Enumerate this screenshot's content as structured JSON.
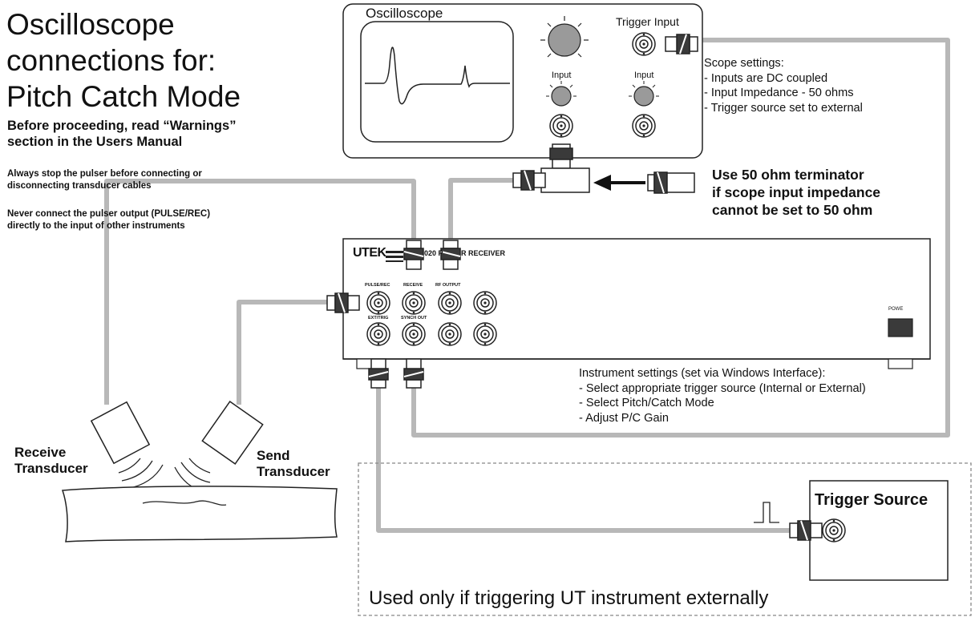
{
  "title": {
    "line1": "Oscilloscope",
    "line2": "connections for:",
    "line3": "Pitch Catch Mode"
  },
  "intro": {
    "line1": "Before proceeding, read “Warnings”",
    "line2": "section in the Users Manual"
  },
  "warnings": {
    "w1_line1": "Always stop the pulser before connecting or",
    "w1_line2": "disconnecting transducer cables",
    "w2_line1": "Never connect the pulser output (PULSE/REC)",
    "w2_line2": "directly to the input of other instruments"
  },
  "oscilloscope": {
    "title": "Oscilloscope",
    "trigger_input": "Trigger Input",
    "input_label_1": "Input",
    "input_label_2": "Input"
  },
  "scope_settings": {
    "heading": "Scope settings:",
    "items": [
      "- Inputs are DC coupled",
      "- Input Impedance - 50 ohms",
      "- Trigger source set to external"
    ]
  },
  "terminator_note": {
    "line1": "Use 50 ohm terminator",
    "line2": "if scope input impedance",
    "line3": "cannot be set to 50 ohm"
  },
  "instrument": {
    "brand": "UTEK",
    "model_fragment_1": "020 P",
    "model_fragment_2": "R RECEIVER",
    "port_labels": {
      "pulse_rec": "PULSE/REC",
      "receive": "RECEIVE",
      "rf_output": "RF OUTPUT",
      "ext_trig": "EXT/TRIG",
      "synch_out": "SYNCH OUT"
    },
    "power_label": "POWE"
  },
  "instrument_settings": {
    "heading": "Instrument settings (set via Windows Interface):",
    "items": [
      "- Select appropriate trigger source (Internal or External)",
      "- Select Pitch/Catch Mode",
      "- Adjust P/C Gain"
    ]
  },
  "transducers": {
    "receive_line1": "Receive",
    "receive_line2": "Transducer",
    "send_line1": "Send",
    "send_line2": "Transducer"
  },
  "trigger_source": {
    "title": "Trigger Source"
  },
  "external_note": "Used only if triggering UT instrument externally",
  "colors": {
    "cable": "#b8b8b8",
    "outline": "#222222",
    "connector_dark": "#3a3a3a",
    "dashed_box": "#888888"
  }
}
